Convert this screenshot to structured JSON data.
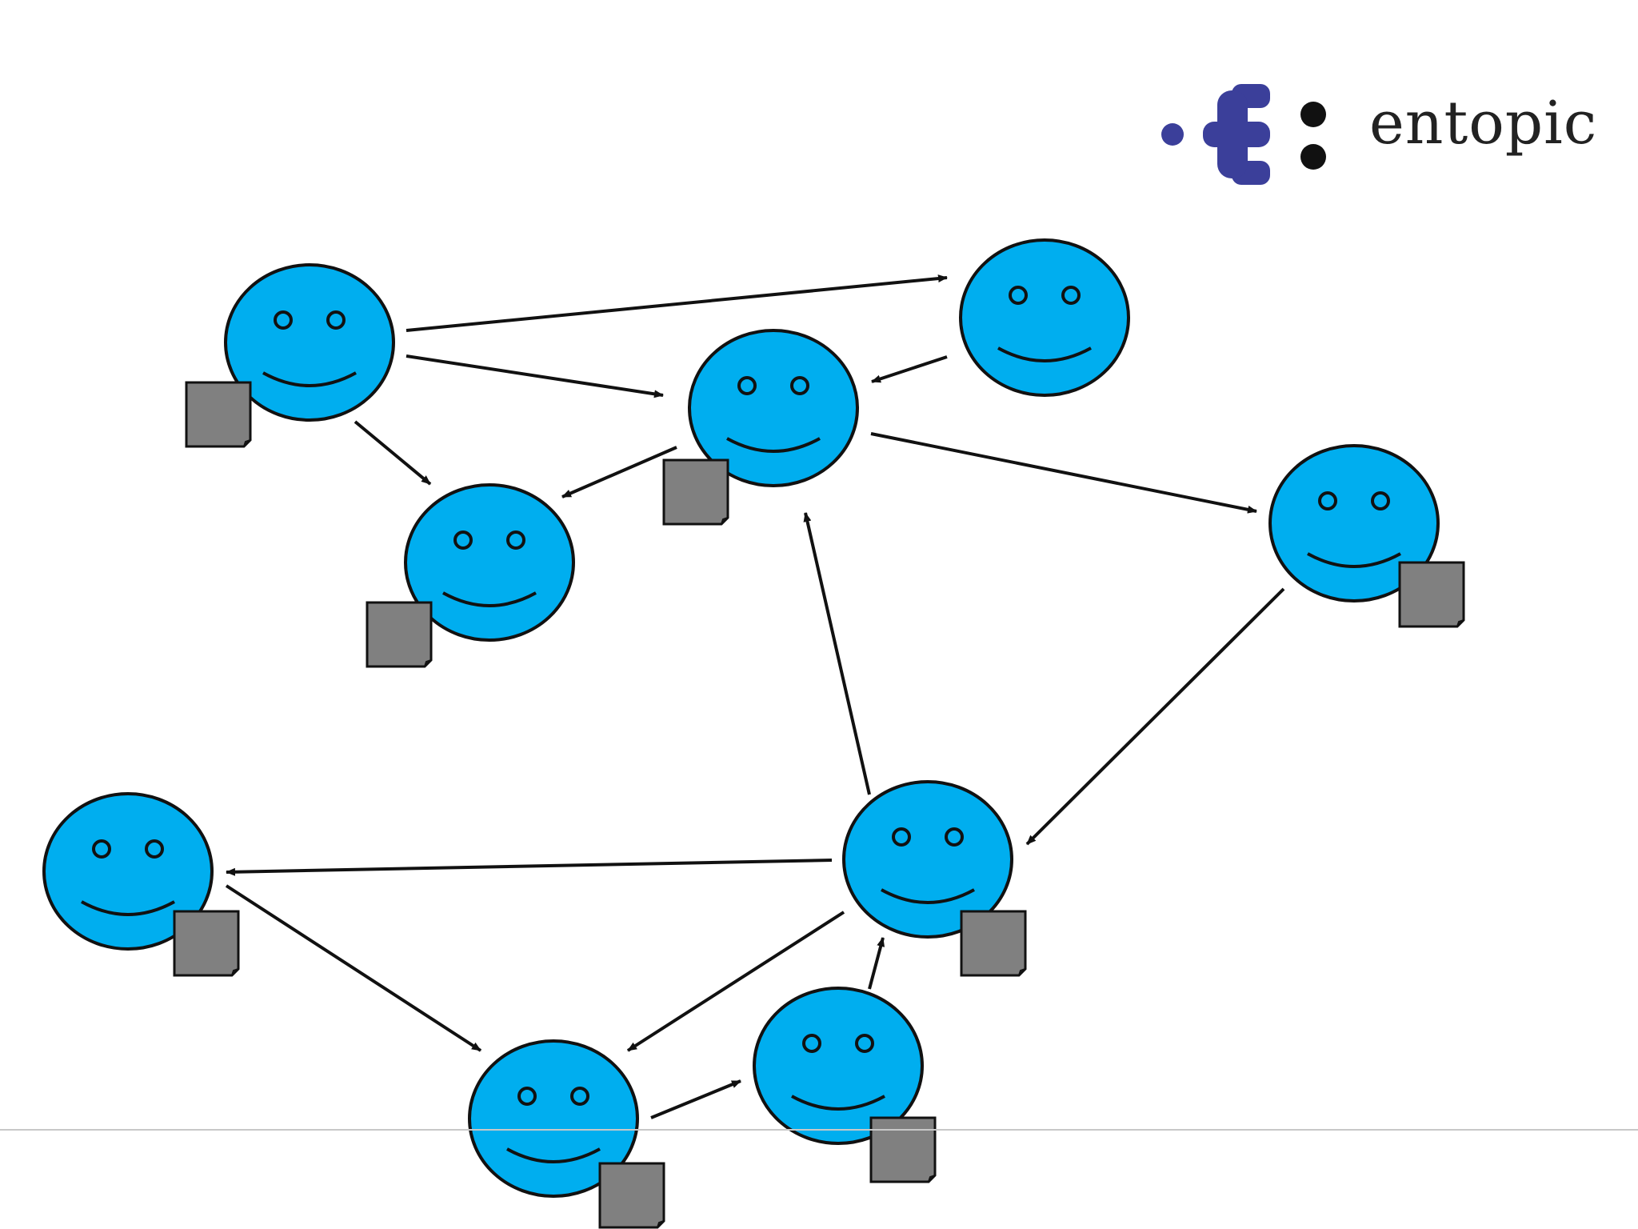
{
  "brand": {
    "name": "entopic",
    "colors": {
      "blue": "#3b3f9a",
      "dark": "#111111"
    }
  },
  "style": {
    "face_fill": "#00aeef",
    "face_stroke": "#111111",
    "document_fill": "#808080",
    "arrow_color": "#111111"
  },
  "diagram": {
    "faces": [
      {
        "id": "p1",
        "has_document": true,
        "document_side": "bottom-left"
      },
      {
        "id": "p2",
        "has_document": false,
        "document_side": ""
      },
      {
        "id": "p3",
        "has_document": true,
        "document_side": "bottom-left"
      },
      {
        "id": "p4",
        "has_document": true,
        "document_side": "bottom-left"
      },
      {
        "id": "p5",
        "has_document": true,
        "document_side": "bottom-right"
      },
      {
        "id": "p6",
        "has_document": true,
        "document_side": "bottom-right"
      },
      {
        "id": "p7",
        "has_document": true,
        "document_side": "bottom-right"
      },
      {
        "id": "p8",
        "has_document": true,
        "document_side": "bottom-right"
      },
      {
        "id": "p9",
        "has_document": true,
        "document_side": "bottom-right"
      }
    ],
    "arrows": [
      {
        "from": "p1",
        "to": "p2"
      },
      {
        "from": "p1",
        "to": "p3"
      },
      {
        "from": "p1",
        "to": "p4"
      },
      {
        "from": "p2",
        "to": "p3"
      },
      {
        "from": "p3",
        "to": "p4"
      },
      {
        "from": "p3",
        "to": "p5"
      },
      {
        "from": "p5",
        "to": "p7"
      },
      {
        "from": "p7",
        "to": "p3"
      },
      {
        "from": "p7",
        "to": "p6"
      },
      {
        "from": "p6",
        "to": "p8"
      },
      {
        "from": "p7",
        "to": "p8"
      },
      {
        "from": "p8",
        "to": "p9"
      },
      {
        "from": "p9",
        "to": "p7"
      }
    ]
  }
}
